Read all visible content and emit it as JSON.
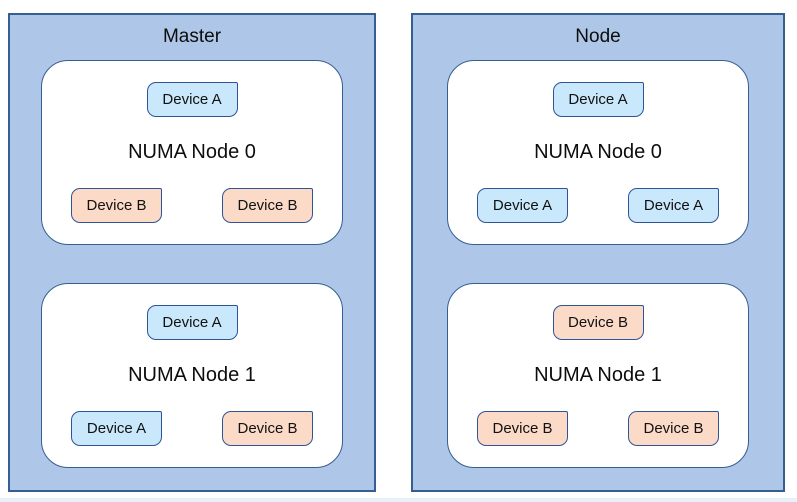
{
  "diagram": {
    "hosts": [
      {
        "title": "Master",
        "numa_nodes": [
          {
            "label": "NUMA Node 0",
            "top_device": {
              "label": "Device A",
              "type": "A"
            },
            "bottom_left_device": {
              "label": "Device B",
              "type": "B"
            },
            "bottom_right_device": {
              "label": "Device B",
              "type": "B"
            }
          },
          {
            "label": "NUMA Node 1",
            "top_device": {
              "label": "Device A",
              "type": "A"
            },
            "bottom_left_device": {
              "label": "Device A",
              "type": "A"
            },
            "bottom_right_device": {
              "label": "Device B",
              "type": "B"
            }
          }
        ]
      },
      {
        "title": "Node",
        "numa_nodes": [
          {
            "label": "NUMA Node 0",
            "top_device": {
              "label": "Device A",
              "type": "A"
            },
            "bottom_left_device": {
              "label": "Device A",
              "type": "A"
            },
            "bottom_right_device": {
              "label": "Device A",
              "type": "A"
            }
          },
          {
            "label": "NUMA Node 1",
            "top_device": {
              "label": "Device B",
              "type": "B"
            },
            "bottom_left_device": {
              "label": "Device B",
              "type": "B"
            },
            "bottom_right_device": {
              "label": "Device B",
              "type": "B"
            }
          }
        ]
      }
    ]
  },
  "colors": {
    "host_fill": "#aec6e8",
    "host_border": "#365f91",
    "numa_fill": "#ffffff",
    "numa_border": "#365f91",
    "device_a_fill": "#c9e8fb",
    "device_b_fill": "#fbdbc8",
    "device_border": "#2f5496",
    "edge_fill": "#e8f0fa",
    "text": "#0d0d0d"
  }
}
